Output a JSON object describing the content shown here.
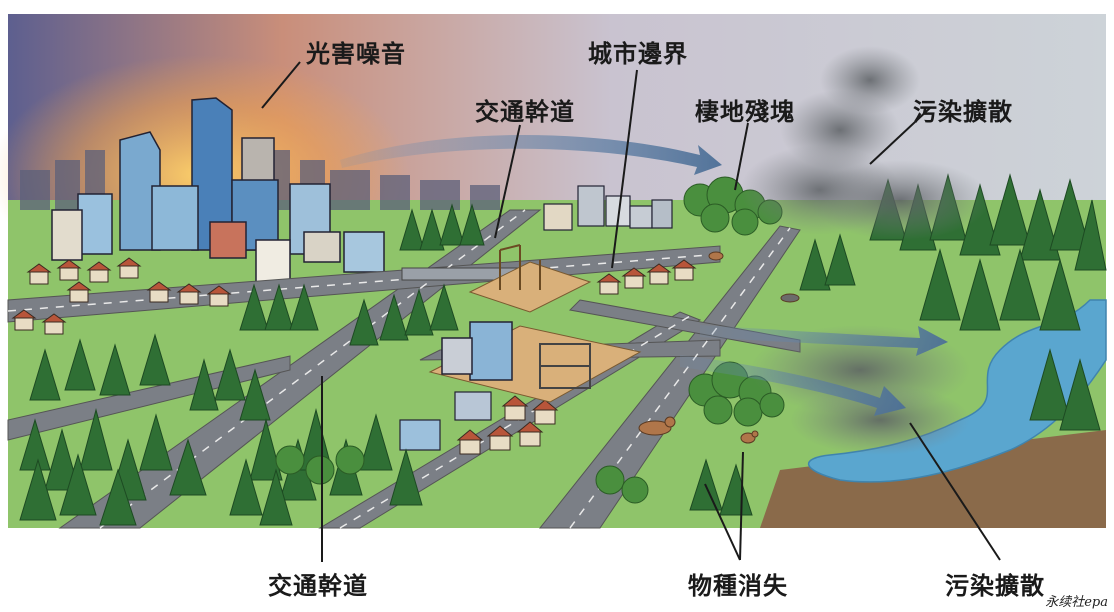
{
  "labels": {
    "light_noise": "光害噪音",
    "urban_boundary": "城市邊界",
    "arterial_road_top": "交通幹道",
    "habitat_fragment": "棲地殘塊",
    "pollution_spread_top": "污染擴散",
    "arterial_road_bottom": "交通幹道",
    "species_loss": "物種消失",
    "pollution_spread_bottom": "污染擴散"
  },
  "credit": "永续社epa",
  "colors": {
    "sky_dusk": "#6a6f9c",
    "sky_glow": "#f4b04a",
    "sky_right": "#d9dde0",
    "grass": "#8fc46a",
    "forest": "#2f6f34",
    "road": "#7b7f86",
    "water": "#5aa6cf",
    "smoke": "#6b6f73",
    "arrow": "#5b7fa6"
  }
}
